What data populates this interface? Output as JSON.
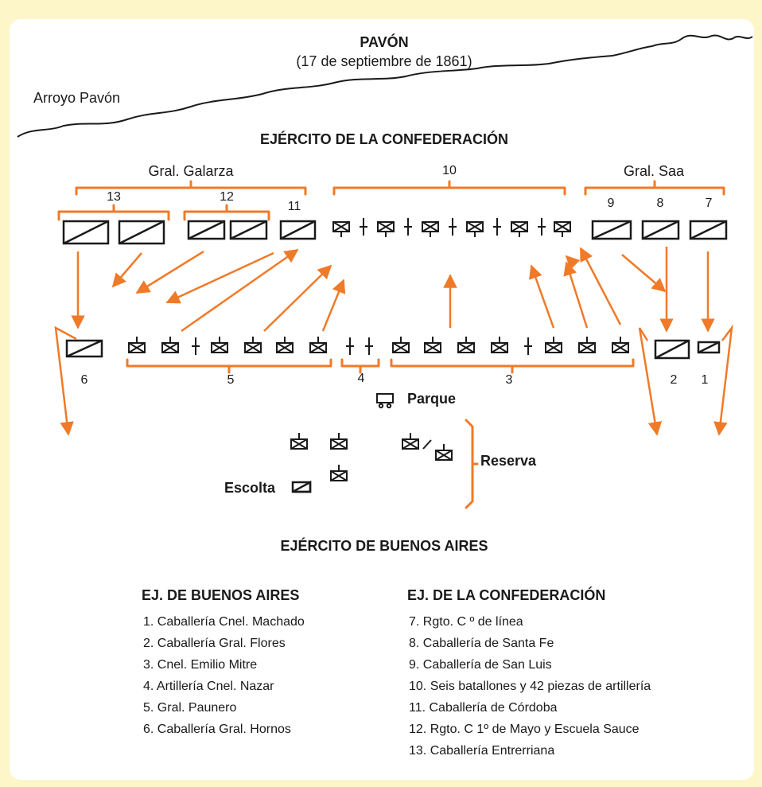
{
  "title": "PAVÓN",
  "subtitle": "(17 de septiembre de 1861)",
  "river_label": "Arroyo Pavón",
  "confederation_label": "EJÉRCITO DE LA CONFEDERACIÓN",
  "buenos_aires_label": "EJÉRCITO DE BUENOS AIRES",
  "groups": {
    "galarza": "Gral. Galarza",
    "ten": "10",
    "saa": "Gral. Saa"
  },
  "unit_numbers": {
    "n13": "13",
    "n12": "12",
    "n11": "11",
    "n9": "9",
    "n8": "8",
    "n7": "7",
    "n6": "6",
    "n5": "5",
    "n4": "4",
    "n3": "3",
    "n2": "2",
    "n1": "1"
  },
  "parque_label": "Parque",
  "reserva_label": "Reserva",
  "escolta_label": "Escolta",
  "legend": {
    "buenos_aires": {
      "heading": "EJ. DE BUENOS AIRES",
      "items": [
        "1.  Caballería Cnel. Machado",
        "2.  Caballería Gral. Flores",
        "3.  Cnel. Emilio Mitre",
        "4.  Artillería Cnel. Nazar",
        "5.  Gral. Paunero",
        "6.  Caballería Gral. Hornos"
      ]
    },
    "confederacion": {
      "heading": "EJ. DE LA CONFEDERACIÓN",
      "items": [
        "7.  Rgto. C º de línea",
        "8.  Caballería de Santa Fe",
        "9.  Caballería de San Luis",
        "10. Seis batallones y 42 piezas de artillería",
        "11. Caballería de Córdoba",
        "12. Rgto. C 1º de Mayo y Escuela Sauce",
        "13. Caballería Entrerriana"
      ]
    }
  },
  "colors": {
    "background": "#fdf6c8",
    "panel": "#ffffff",
    "accent": "#f07a28",
    "ink": "#1a1a1a"
  }
}
